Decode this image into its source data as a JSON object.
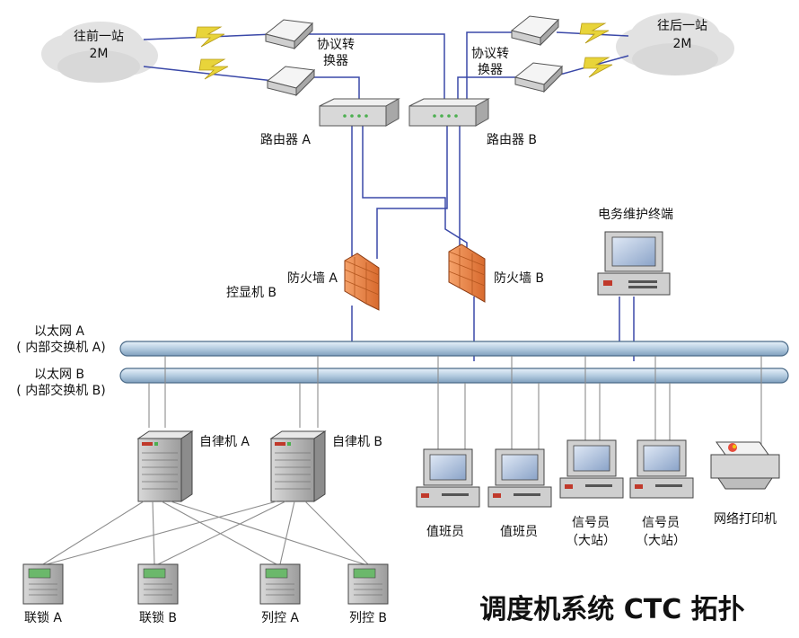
{
  "title": "调度机系统 CTC 拓扑",
  "links": {
    "front": {
      "label": "往前一站",
      "rate": "2M"
    },
    "back": {
      "label": "往后一站",
      "rate": "2M"
    }
  },
  "converters": {
    "left_l1": "协议转",
    "left_l2": "换器",
    "right_l1": "协议转",
    "right_l2": "换器"
  },
  "routers": {
    "a": "路由器 A",
    "b": "路由器 B"
  },
  "firewalls": {
    "a": "防火墙 A",
    "b": "防火墙 B"
  },
  "control_display": "控显机 B",
  "maintenance": "电务维护终端",
  "ethernet": {
    "a_l1": "以太网 A",
    "a_l2": "( 内部交换机 A)",
    "b_l1": "以太网 B",
    "b_l2": "( 内部交换机 B)"
  },
  "servers": {
    "a": "自律机 A",
    "b": "自律机 B"
  },
  "workstations": {
    "duty1": "值班员",
    "duty2": "值班员",
    "sig1_l1": "信号员",
    "sig1_l2": "（大站）",
    "sig2_l1": "信号员",
    "sig2_l2": "（大站）",
    "printer": "网络打印机"
  },
  "field": {
    "interlock_a": "联锁 A",
    "interlock_b": "联锁 B",
    "train_a": "列控 A",
    "train_b": "列控 B"
  },
  "colors": {
    "wire": "#3a48a8",
    "bus": "#b4cce0",
    "firewall": "#e07838",
    "lightning": "#e8d43a"
  }
}
